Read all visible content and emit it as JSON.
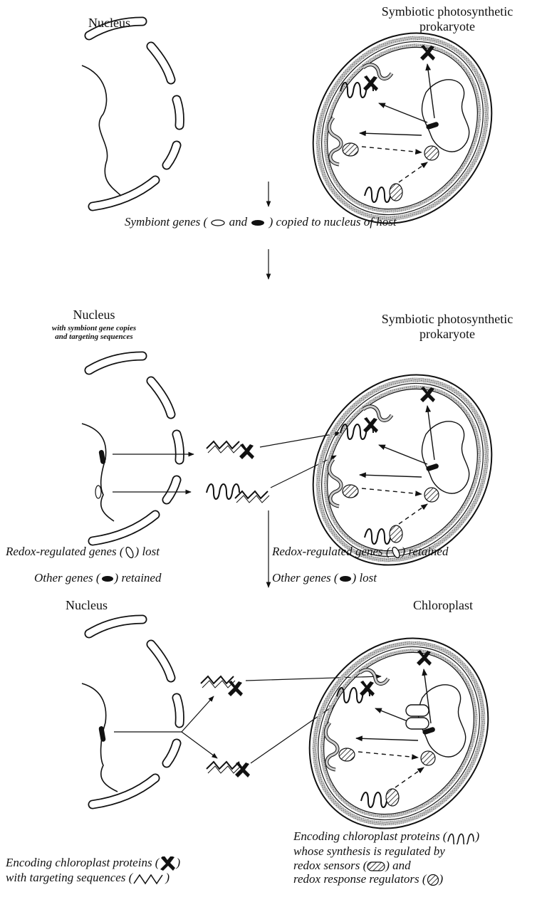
{
  "panel1": {
    "nucleus_title": "Nucleus",
    "organelle_title": [
      "Symbiotic photosynthetic",
      "prokaryote"
    ]
  },
  "step1": {
    "text_a": "Symbiont genes (",
    "text_b": "and",
    "text_c": ") copied to nucleus of host"
  },
  "panel2": {
    "nucleus_title": "Nucleus",
    "nucleus_subtitle": [
      "with symbiont gene copies",
      "and  targeting sequences"
    ],
    "organelle_title": [
      "Symbiotic photosynthetic",
      "prokaryote"
    ]
  },
  "step2": {
    "left1_a": "Redox-regulated genes (",
    "left1_b": ") lost",
    "left2_a": "Other genes (",
    "left2_b": ") retained",
    "right1_a": "Redox-regulated genes (",
    "right1_b": ") retained",
    "right2_a": "Other genes (",
    "right2_b": ") lost"
  },
  "panel3": {
    "nucleus_title": "Nucleus",
    "organelle_title": "Chloroplast"
  },
  "legend_left": {
    "line1_a": "Encoding chloroplast proteins (",
    "line1_b": ")",
    "line2_a": "with targeting sequences (",
    "line2_b": ")"
  },
  "legend_right": {
    "line1_a": "Encoding chloroplast proteins (",
    "line1_b": ")",
    "line2": "whose synthesis is regulated by",
    "line3_a": "redox sensors (",
    "line3_b": ") and",
    "line4_a": "redox response regulators (",
    "line4_b": ")"
  }
}
